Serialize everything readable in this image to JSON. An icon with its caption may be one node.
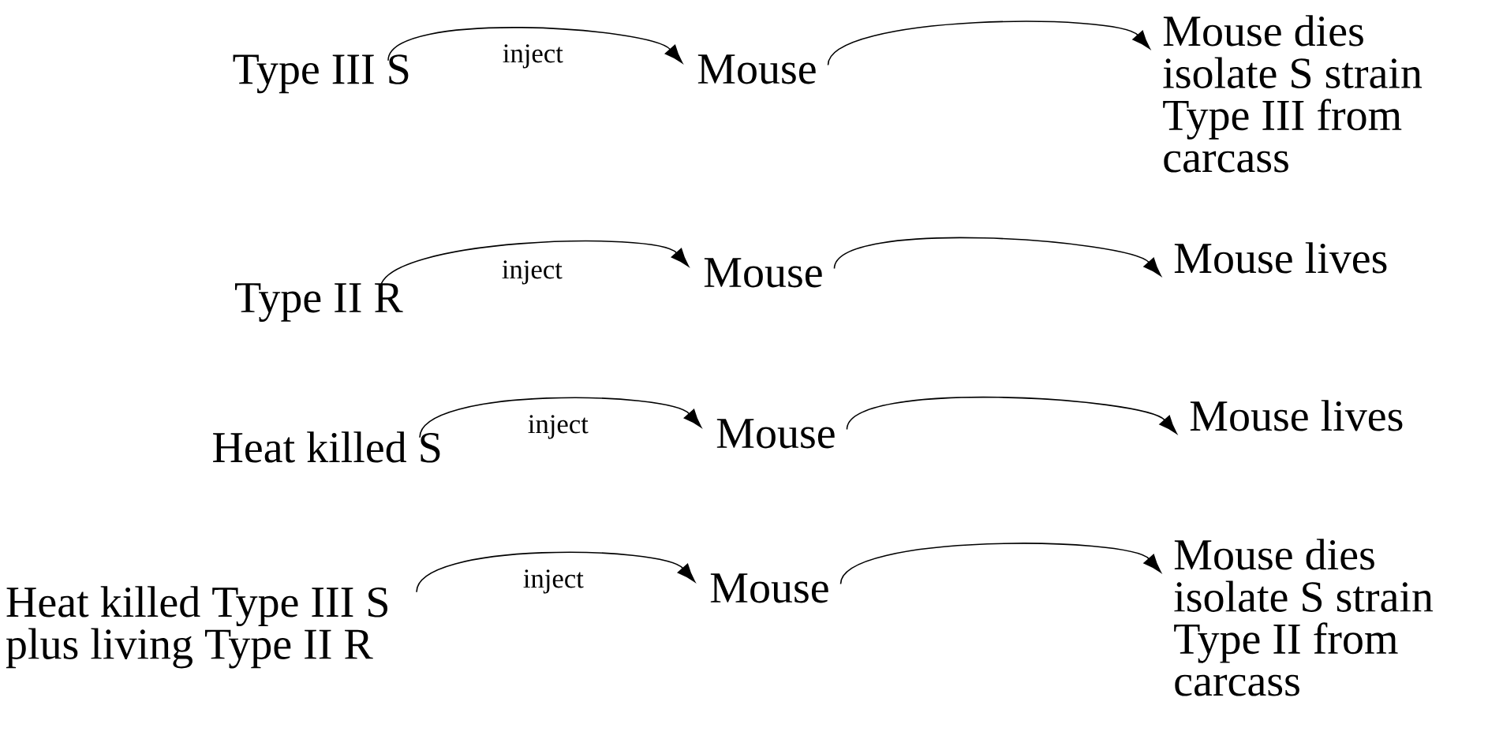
{
  "diagram": {
    "nodes": [
      {
        "text": [
          "Type III S"
        ]
      },
      {
        "text": [
          "Mouse"
        ]
      },
      {
        "text": [
          "Mouse dies isolate S strain Type III from carcass"
        ]
      },
      {
        "text": [
          "Type II R"
        ]
      },
      {
        "text": [
          "Mouse"
        ]
      },
      {
        "text": [
          "Mouse lives"
        ]
      },
      {
        "text": [
          "Heat killed S"
        ]
      },
      {
        "text": [
          "Mouse"
        ]
      },
      {
        "text": [
          "Mouse lives"
        ]
      },
      {
        "text": [
          "Heat killed Type III S plus living Type II R"
        ]
      },
      {
        "text": [
          "Mouse"
        ]
      },
      {
        "text": [
          "Mouse dies isolate S strain Type II from carcass"
        ]
      }
    ],
    "edges": [
      {
        "from": 0,
        "to": 1,
        "arrow": "to",
        "label": "inject"
      },
      {
        "from": 1,
        "to": 2,
        "arrow": "to"
      },
      {
        "from": 3,
        "to": 4,
        "arrow": "to",
        "label": "inject"
      },
      {
        "from": 4,
        "to": 5,
        "arrow": "to"
      },
      {
        "from": 6,
        "to": 7,
        "arrow": "to",
        "label": "inject"
      },
      {
        "from": 7,
        "to": 8,
        "arrow": "to"
      },
      {
        "from": 9,
        "to": 10,
        "arrow": "to",
        "label": "inject"
      },
      {
        "from": 10,
        "to": 11,
        "arrow": "to"
      }
    ]
  }
}
